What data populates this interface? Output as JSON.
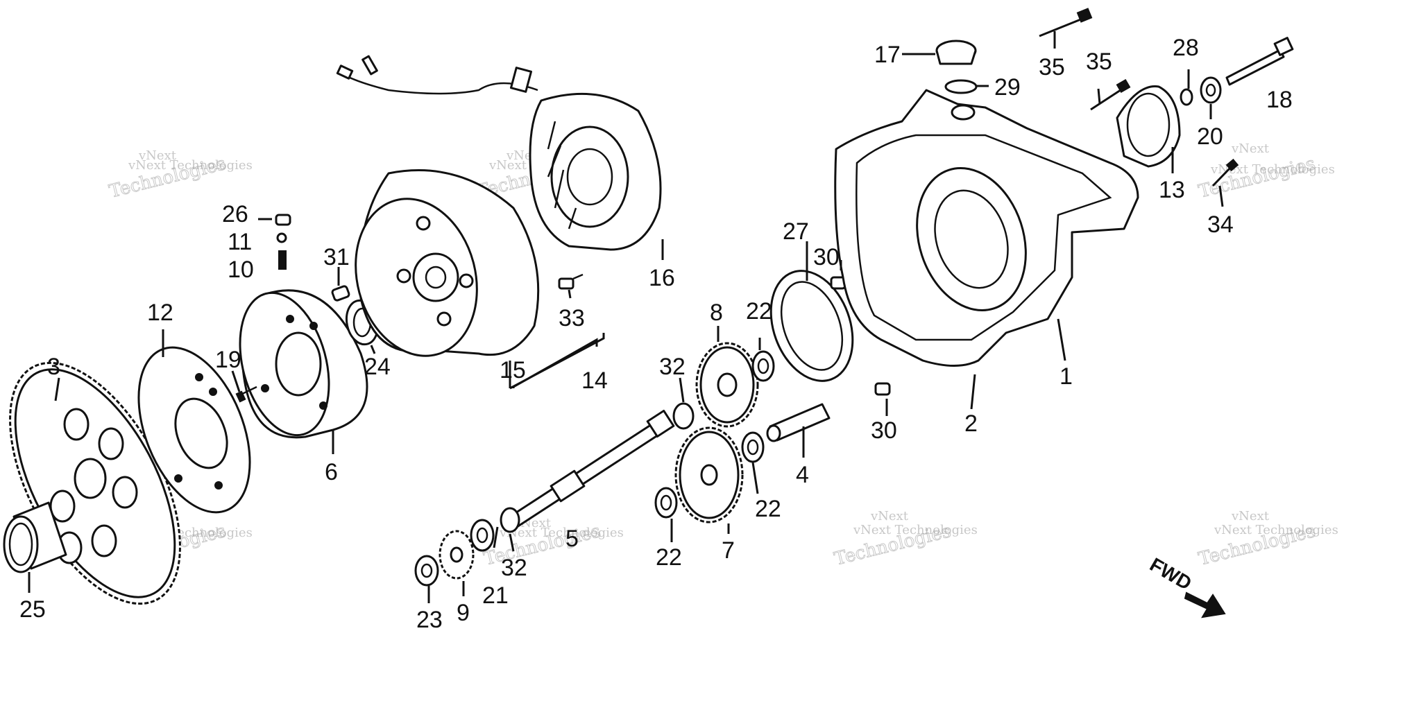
{
  "callouts": [
    {
      "id": "c1",
      "label": "1"
    },
    {
      "id": "c2",
      "label": "2"
    },
    {
      "id": "c3",
      "label": "3"
    },
    {
      "id": "c4",
      "label": "4"
    },
    {
      "id": "c5",
      "label": "5"
    },
    {
      "id": "c6",
      "label": "6"
    },
    {
      "id": "c7",
      "label": "7"
    },
    {
      "id": "c8",
      "label": "8"
    },
    {
      "id": "c9",
      "label": "9"
    },
    {
      "id": "c10",
      "label": "10"
    },
    {
      "id": "c11",
      "label": "11"
    },
    {
      "id": "c12",
      "label": "12"
    },
    {
      "id": "c13",
      "label": "13"
    },
    {
      "id": "c14",
      "label": "14"
    },
    {
      "id": "c15",
      "label": "15"
    },
    {
      "id": "c16",
      "label": "16"
    },
    {
      "id": "c17",
      "label": "17"
    },
    {
      "id": "c18",
      "label": "18"
    },
    {
      "id": "c19",
      "label": "19"
    },
    {
      "id": "c20",
      "label": "20"
    },
    {
      "id": "c21",
      "label": "21"
    },
    {
      "id": "c22a",
      "label": "22"
    },
    {
      "id": "c22b",
      "label": "22"
    },
    {
      "id": "c22c",
      "label": "22"
    },
    {
      "id": "c23",
      "label": "23"
    },
    {
      "id": "c24",
      "label": "24"
    },
    {
      "id": "c25",
      "label": "25"
    },
    {
      "id": "c26",
      "label": "26"
    },
    {
      "id": "c27",
      "label": "27"
    },
    {
      "id": "c28",
      "label": "28"
    },
    {
      "id": "c29",
      "label": "29"
    },
    {
      "id": "c30a",
      "label": "30"
    },
    {
      "id": "c30b",
      "label": "30"
    },
    {
      "id": "c31",
      "label": "31"
    },
    {
      "id": "c32a",
      "label": "32"
    },
    {
      "id": "c32b",
      "label": "32"
    },
    {
      "id": "c33",
      "label": "33"
    },
    {
      "id": "c34",
      "label": "34"
    },
    {
      "id": "c35a",
      "label": "35"
    },
    {
      "id": "c35b",
      "label": "35"
    }
  ],
  "direction_indicator": {
    "label": "FWD"
  },
  "watermark": {
    "brand": "vNext",
    "line1": "vNext Technologies",
    "line2": "Technologies"
  }
}
